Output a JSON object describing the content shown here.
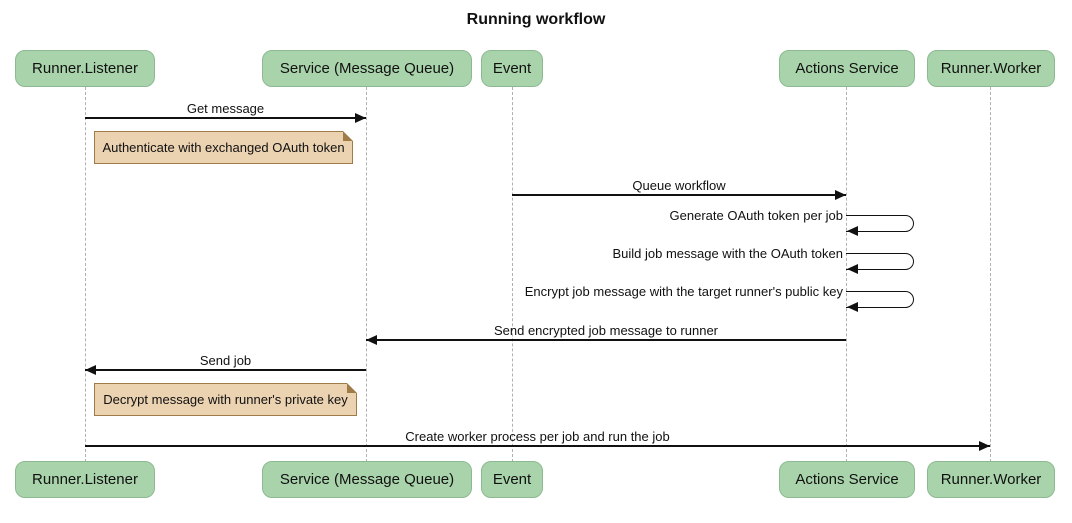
{
  "title": "Running workflow",
  "participants": [
    {
      "label": "Runner.Listener"
    },
    {
      "label": "Service (Message Queue)"
    },
    {
      "label": "Event"
    },
    {
      "label": "Actions Service"
    },
    {
      "label": "Runner.Worker"
    }
  ],
  "messages": [
    {
      "label": "Get message",
      "from": "Runner.Listener",
      "to": "Service (Message Queue)",
      "type": "arrow-right"
    },
    {
      "label": "Queue workflow",
      "from": "Event",
      "to": "Actions Service",
      "type": "arrow-right"
    },
    {
      "label": "Generate OAuth token per job",
      "from": "Actions Service",
      "to": "Actions Service",
      "type": "self"
    },
    {
      "label": "Build job message with the OAuth token",
      "from": "Actions Service",
      "to": "Actions Service",
      "type": "self"
    },
    {
      "label": "Encrypt job message with the target runner's public key",
      "from": "Actions Service",
      "to": "Actions Service",
      "type": "self"
    },
    {
      "label": "Send encrypted job message to runner",
      "from": "Actions Service",
      "to": "Service (Message Queue)",
      "type": "arrow-left"
    },
    {
      "label": "Send job",
      "from": "Service (Message Queue)",
      "to": "Runner.Listener",
      "type": "arrow-left"
    },
    {
      "label": "Create worker process per job and run the job",
      "from": "Runner.Listener",
      "to": "Runner.Worker",
      "type": "arrow-right"
    }
  ],
  "notes": [
    {
      "label": "Authenticate with exchanged OAuth token",
      "over": "Runner.Listener"
    },
    {
      "label": "Decrypt message with runner's private key",
      "over": "Runner.Listener"
    }
  ],
  "icons": {
    "arrowhead-right": "filled triangle pointing right",
    "arrowhead-left": "filled triangle pointing left",
    "note-fold": "folded paper corner"
  },
  "colors": {
    "actor-fill": "#a9d4ab",
    "actor-border": "#8cb991",
    "note-fill": "#ebd2b1",
    "note-border": "#9e7b47",
    "lifeline": "#b0b0b0",
    "line": "#111111",
    "text": "#111111",
    "bg": "#ffffff"
  }
}
